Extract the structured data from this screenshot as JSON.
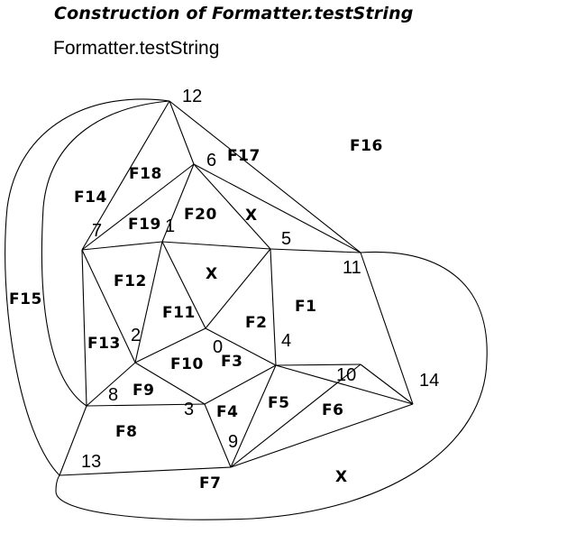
{
  "title": "Construction of Formatter.testString",
  "subtitle": "Formatter.testString",
  "vertex_labels": [
    "12",
    "6",
    "7",
    "1",
    "5",
    "11",
    "2",
    "0",
    "4",
    "10",
    "14",
    "8",
    "3",
    "9",
    "13"
  ],
  "face_labels": [
    "F16",
    "F17",
    "F18",
    "F14",
    "F19",
    "F20",
    "X",
    "X",
    "F12",
    "F1",
    "F15",
    "F11",
    "F2",
    "F13",
    "F3",
    "F10",
    "F9",
    "F5",
    "F4",
    "F6",
    "F8",
    "F7",
    "X"
  ]
}
